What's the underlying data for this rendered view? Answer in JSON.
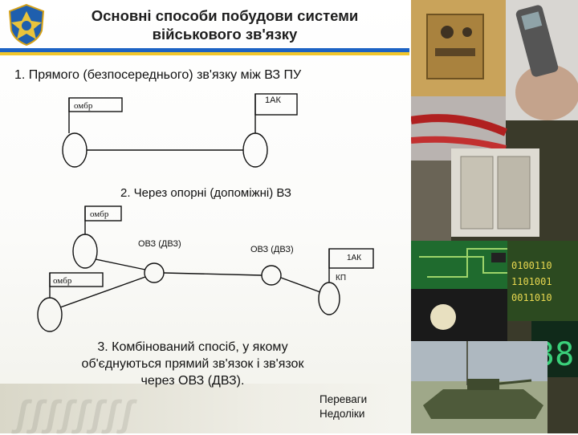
{
  "header": {
    "title_line1": "Основні способи побудови системи",
    "title_line2": "військового зв'язку"
  },
  "colors": {
    "rule_blue": "#1d63c4",
    "rule_yellow": "#f2c62b",
    "diagram_stroke": "#111111"
  },
  "sections": {
    "direct": "1. Прямого (безпосереднього) зв'язку між ВЗ ПУ",
    "via_relay": "2. Через опорні (допоміжні) ВЗ",
    "combined_line1": "3. Комбінований спосіб,  у якому",
    "combined_line2": "об'єднуються прямий зв'язок і зв'язок",
    "combined_line3": "через ОВЗ (ДВЗ)."
  },
  "diagram": {
    "d1_flag_left": "омбр",
    "d1_flag_right": "1АК",
    "d2_flag_top": "омбр",
    "d2_flag_left": "омбр",
    "d2_relay1": "ОВЗ (ДВЗ)",
    "d2_relay2": "ОВЗ (ДВЗ)",
    "d2_flag_right": "1АК",
    "d2_flag_kp": "КП"
  },
  "footer": {
    "advantages": "Переваги",
    "disadvantages": "Недоліки"
  },
  "images": {
    "emblem": "crest-emblem",
    "photo1": "field-radio-station",
    "photo2": "hand-with-mobile-phone",
    "photo3": "network-cables",
    "photo4": "equipment-rack",
    "photo5": "circuit-board",
    "photo6": "fiber-optic-binary",
    "photo7": "digital-display",
    "photo8": "armored-vehicle"
  }
}
